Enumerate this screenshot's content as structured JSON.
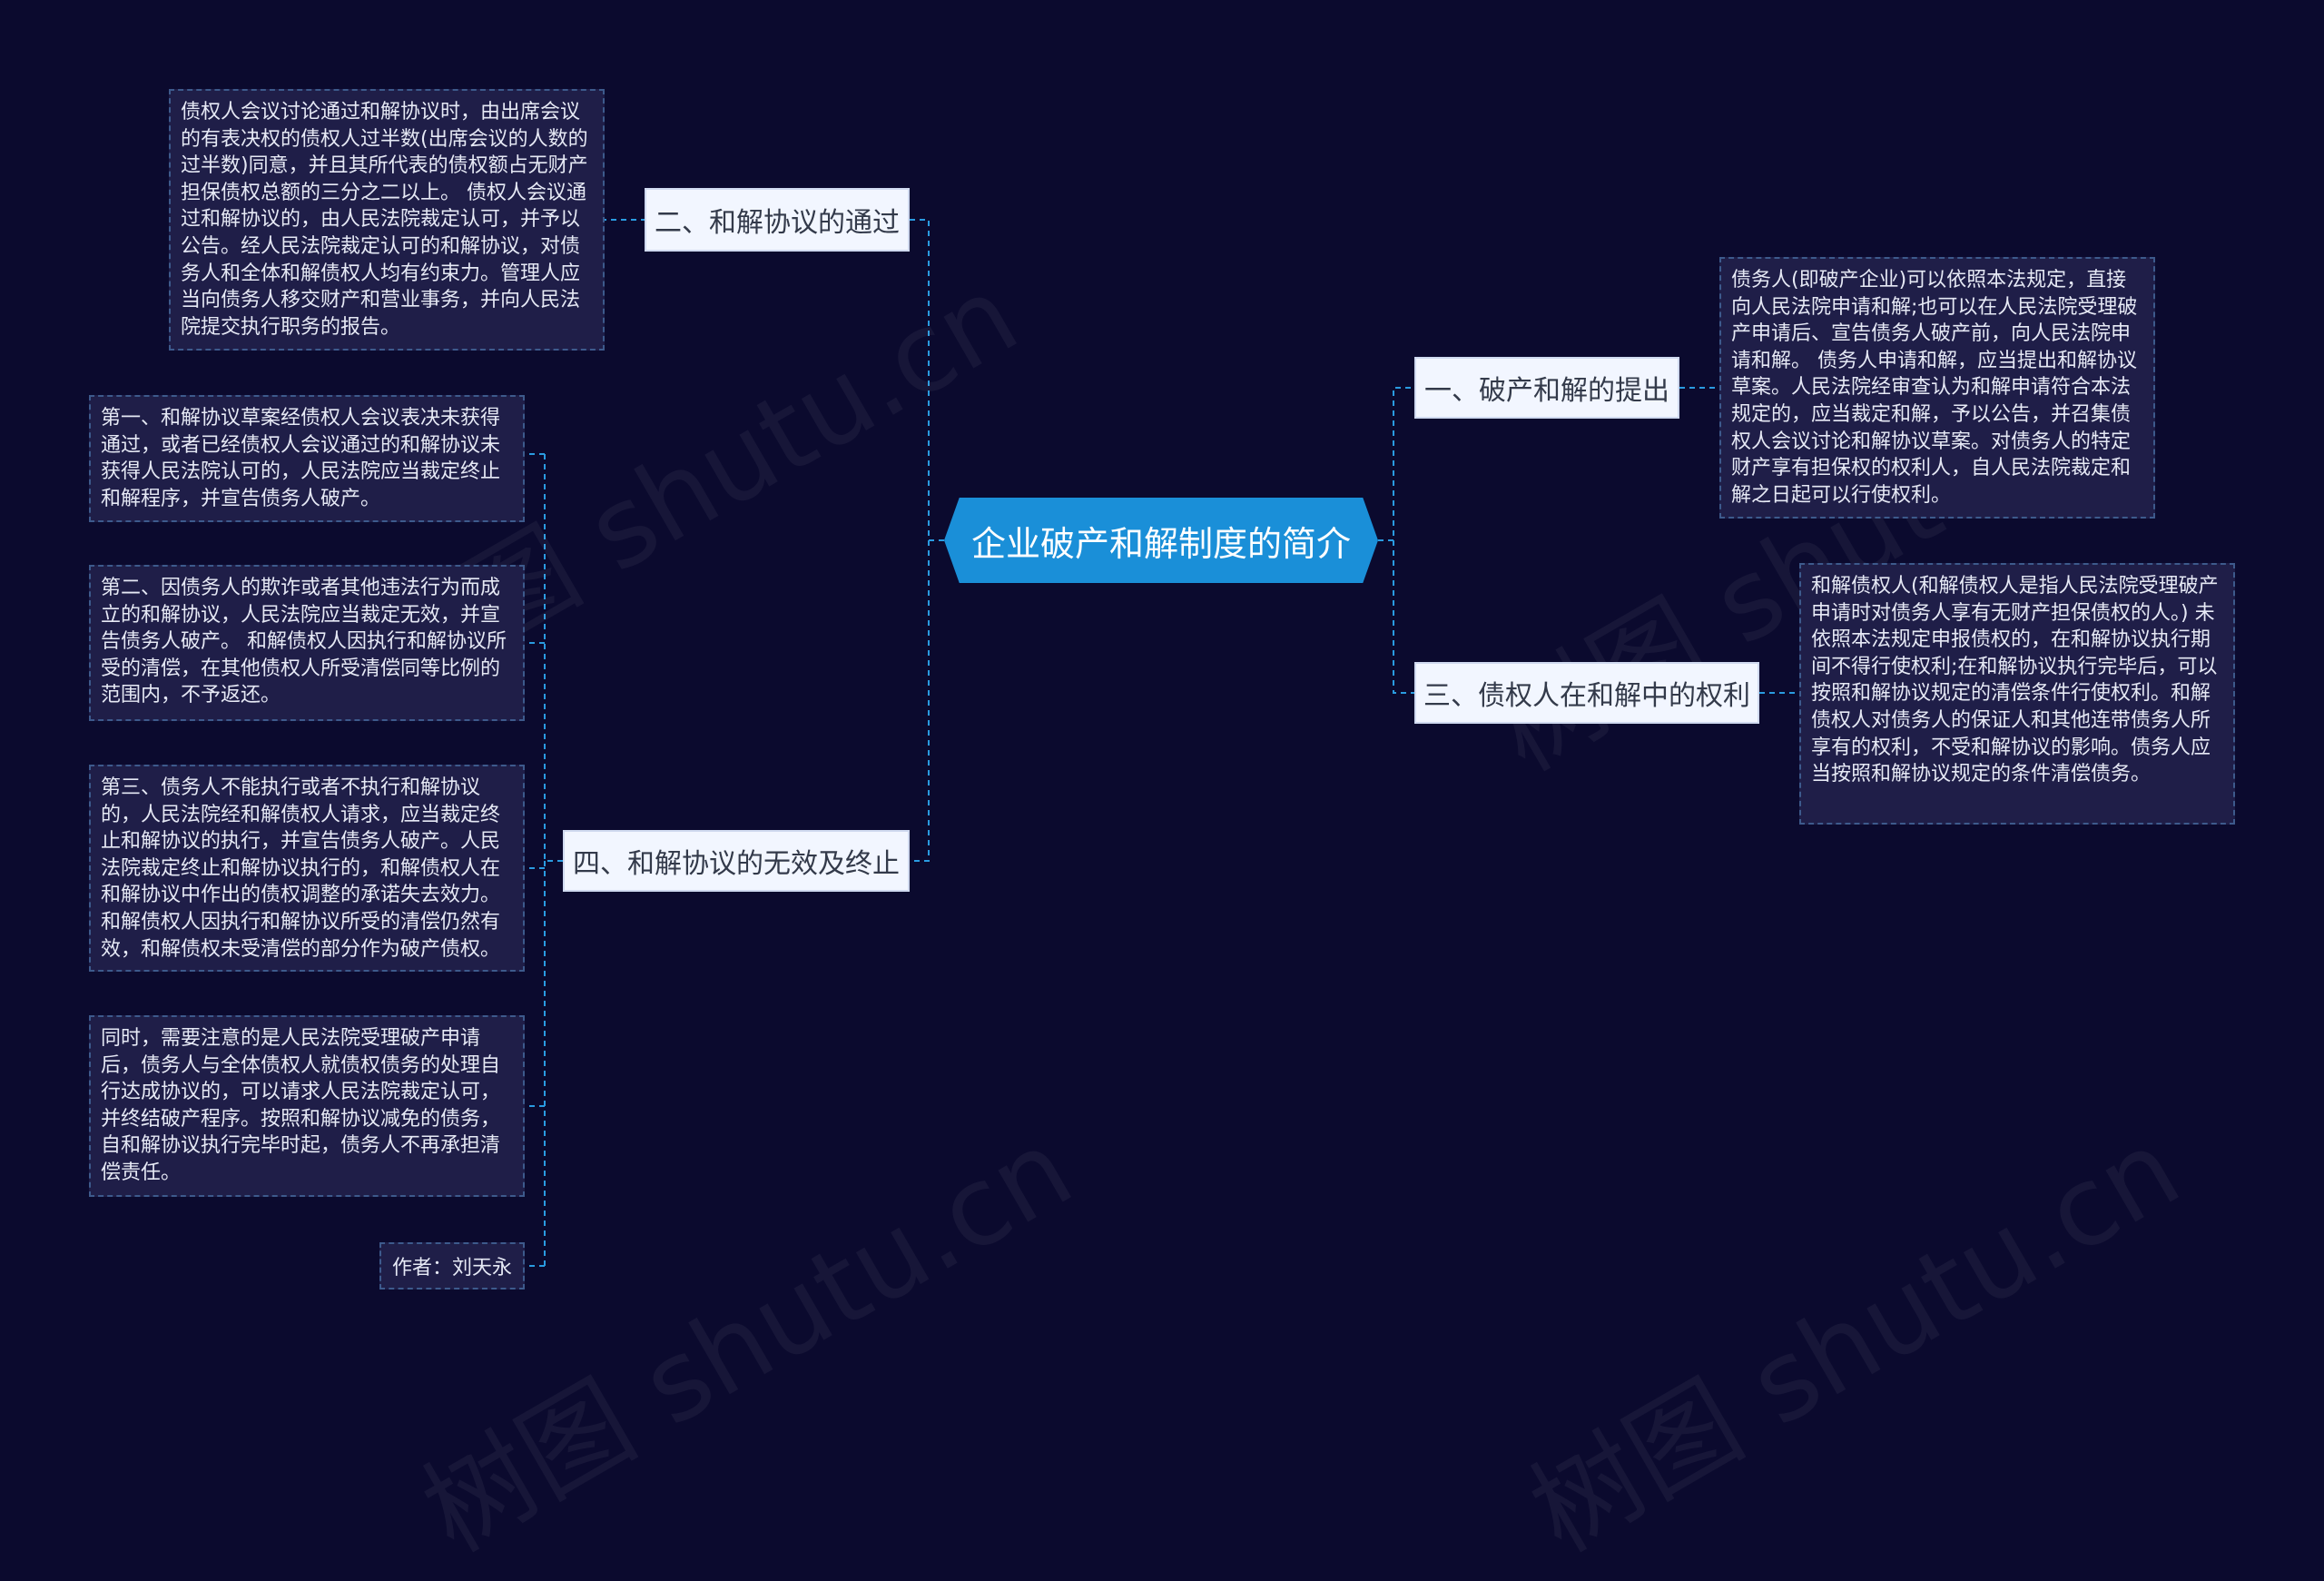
{
  "watermark": "树图 shutu.cn",
  "root": {
    "title": "企业破产和解制度的简介"
  },
  "branches": [
    {
      "label": "一、破产和解的提出"
    },
    {
      "label": "二、和解协议的通过"
    },
    {
      "label": "三、债权人在和解中的权利"
    },
    {
      "label": "四、和解协议的无效及终止"
    }
  ],
  "leaves": {
    "b1_leaf": "债务人(即破产企业)可以依照本法规定，直接向人民法院申请和解;也可以在人民法院受理破产申请后、宣告债务人破产前，向人民法院申请和解。 债务人申请和解，应当提出和解协议草案。人民法院经审查认为和解申请符合本法规定的，应当裁定和解，予以公告，并召集债权人会议讨论和解协议草案。对债务人的特定财产享有担保权的权利人，自人民法院裁定和解之日起可以行使权利。",
    "b2_leaf": "债权人会议讨论通过和解协议时，由出席会议的有表决权的债权人过半数(出席会议的人数的过半数)同意，并且其所代表的债权额占无财产担保债权总额的三分之二以上。 债权人会议通过和解协议的，由人民法院裁定认可，并予以公告。经人民法院裁定认可的和解协议，对债务人和全体和解债权人均有约束力。管理人应当向债务人移交财产和营业事务，并向人民法院提交执行职务的报告。",
    "b3_leaf": "和解债权人(和解债权人是指人民法院受理破产申请时对债务人享有无财产担保债权的人。) 未依照本法规定申报债权的，在和解协议执行期间不得行使权利;在和解协议执行完毕后，可以按照和解协议规定的清偿条件行使权利。和解债权人对债务人的保证人和其他连带债务人所享有的权利，不受和解协议的影响。债务人应当按照和解协议规定的条件清偿债务。",
    "b4_leaf1": "第一、和解协议草案经债权人会议表决未获得通过，或者已经债权人会议通过的和解协议未获得人民法院认可的，人民法院应当裁定终止和解程序，并宣告债务人破产。",
    "b4_leaf2": "第二、因债务人的欺诈或者其他违法行为而成立的和解协议，人民法院应当裁定无效，并宣告债务人破产。 和解债权人因执行和解协议所受的清偿，在其他债权人所受清偿同等比例的范围内，不予返还。",
    "b4_leaf3": "第三、债务人不能执行或者不执行和解协议的，人民法院经和解债权人请求，应当裁定终止和解协议的执行，并宣告债务人破产。人民法院裁定终止和解协议执行的，和解债权人在和解协议中作出的债权调整的承诺失去效力。和解债权人因执行和解协议所受的清偿仍然有效，和解债权未受清偿的部分作为破产债权。",
    "b4_leaf4": "同时，需要注意的是人民法院受理破产申请后，债务人与全体债权人就债权债务的处理自行达成协议的，可以请求人民法院裁定认可，并终结破产程序。按照和解协议减免的债务，自和解协议执行完毕时起，债务人不再承担清偿责任。",
    "author": "作者：刘天永"
  },
  "colors": {
    "background": "#0b0a2e",
    "root": "#1a8fd8",
    "branch": "#f2f6ff",
    "leaf": "#1f1e48",
    "connector": "#2a9be0"
  }
}
